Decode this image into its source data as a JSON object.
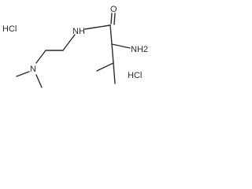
{
  "molecule": {
    "salt_labels": {
      "left": "HCl",
      "right": "HCl"
    },
    "atoms": {
      "amide_nh": "NH",
      "carbonyl_o": "O",
      "amine_nh2": "NH2",
      "dimethyl_n": "N"
    }
  }
}
